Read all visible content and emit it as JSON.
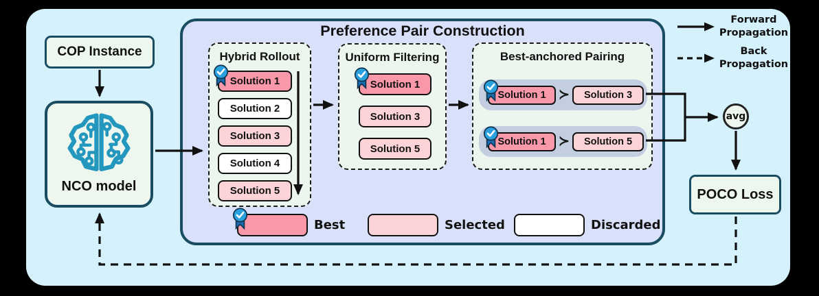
{
  "colors": {
    "canvas": "#d5f1fb",
    "panel": "#d9e0fa",
    "subpanel": "#edf6ee",
    "node": "#eef7ee",
    "teal-border": "#1b4d62",
    "line": "#111111",
    "best": "#f998a9",
    "selected": "#fcd3d7",
    "discarded": "#ffffff",
    "pair-bg": "#c3cfe1",
    "badge-blue": "#2aa1de",
    "ribbon-blue": "#1a6cb0",
    "brain-teal": "#2497bf"
  },
  "left": {
    "cop_label": "COP Instance",
    "nco_label": "NCO model"
  },
  "pipeline": {
    "title": "Preference Pair Construction",
    "hybrid": {
      "title": "Hybrid Rollout",
      "solutions": [
        {
          "label": "Solution 1",
          "state": "best"
        },
        {
          "label": "Solution 2",
          "state": "discarded"
        },
        {
          "label": "Solution 3",
          "state": "selected"
        },
        {
          "label": "Solution 4",
          "state": "discarded"
        },
        {
          "label": "Solution 5",
          "state": "selected"
        }
      ]
    },
    "filtering": {
      "title": "Uniform Filtering",
      "solutions": [
        {
          "label": "Solution 1",
          "state": "best"
        },
        {
          "label": "Solution 3",
          "state": "selected"
        },
        {
          "label": "Solution 5",
          "state": "selected"
        }
      ]
    },
    "pairing": {
      "title": "Best-anchored Pairing",
      "pairs": [
        {
          "winner": "Solution 1",
          "relation": "≻",
          "loser": "Solution 3"
        },
        {
          "winner": "Solution 1",
          "relation": "≻",
          "loser": "Solution 5"
        }
      ]
    },
    "legend": [
      {
        "label": "Best",
        "state": "best"
      },
      {
        "label": "Selected",
        "state": "selected"
      },
      {
        "label": "Discarded",
        "state": "discarded"
      }
    ]
  },
  "right": {
    "avg_label": "avg",
    "loss_label": "POCO Loss"
  },
  "prop_legend": {
    "forward": {
      "line1": "Forward",
      "line2": "Propagation"
    },
    "back": {
      "line1": "Back",
      "line2": "Propagation"
    }
  }
}
